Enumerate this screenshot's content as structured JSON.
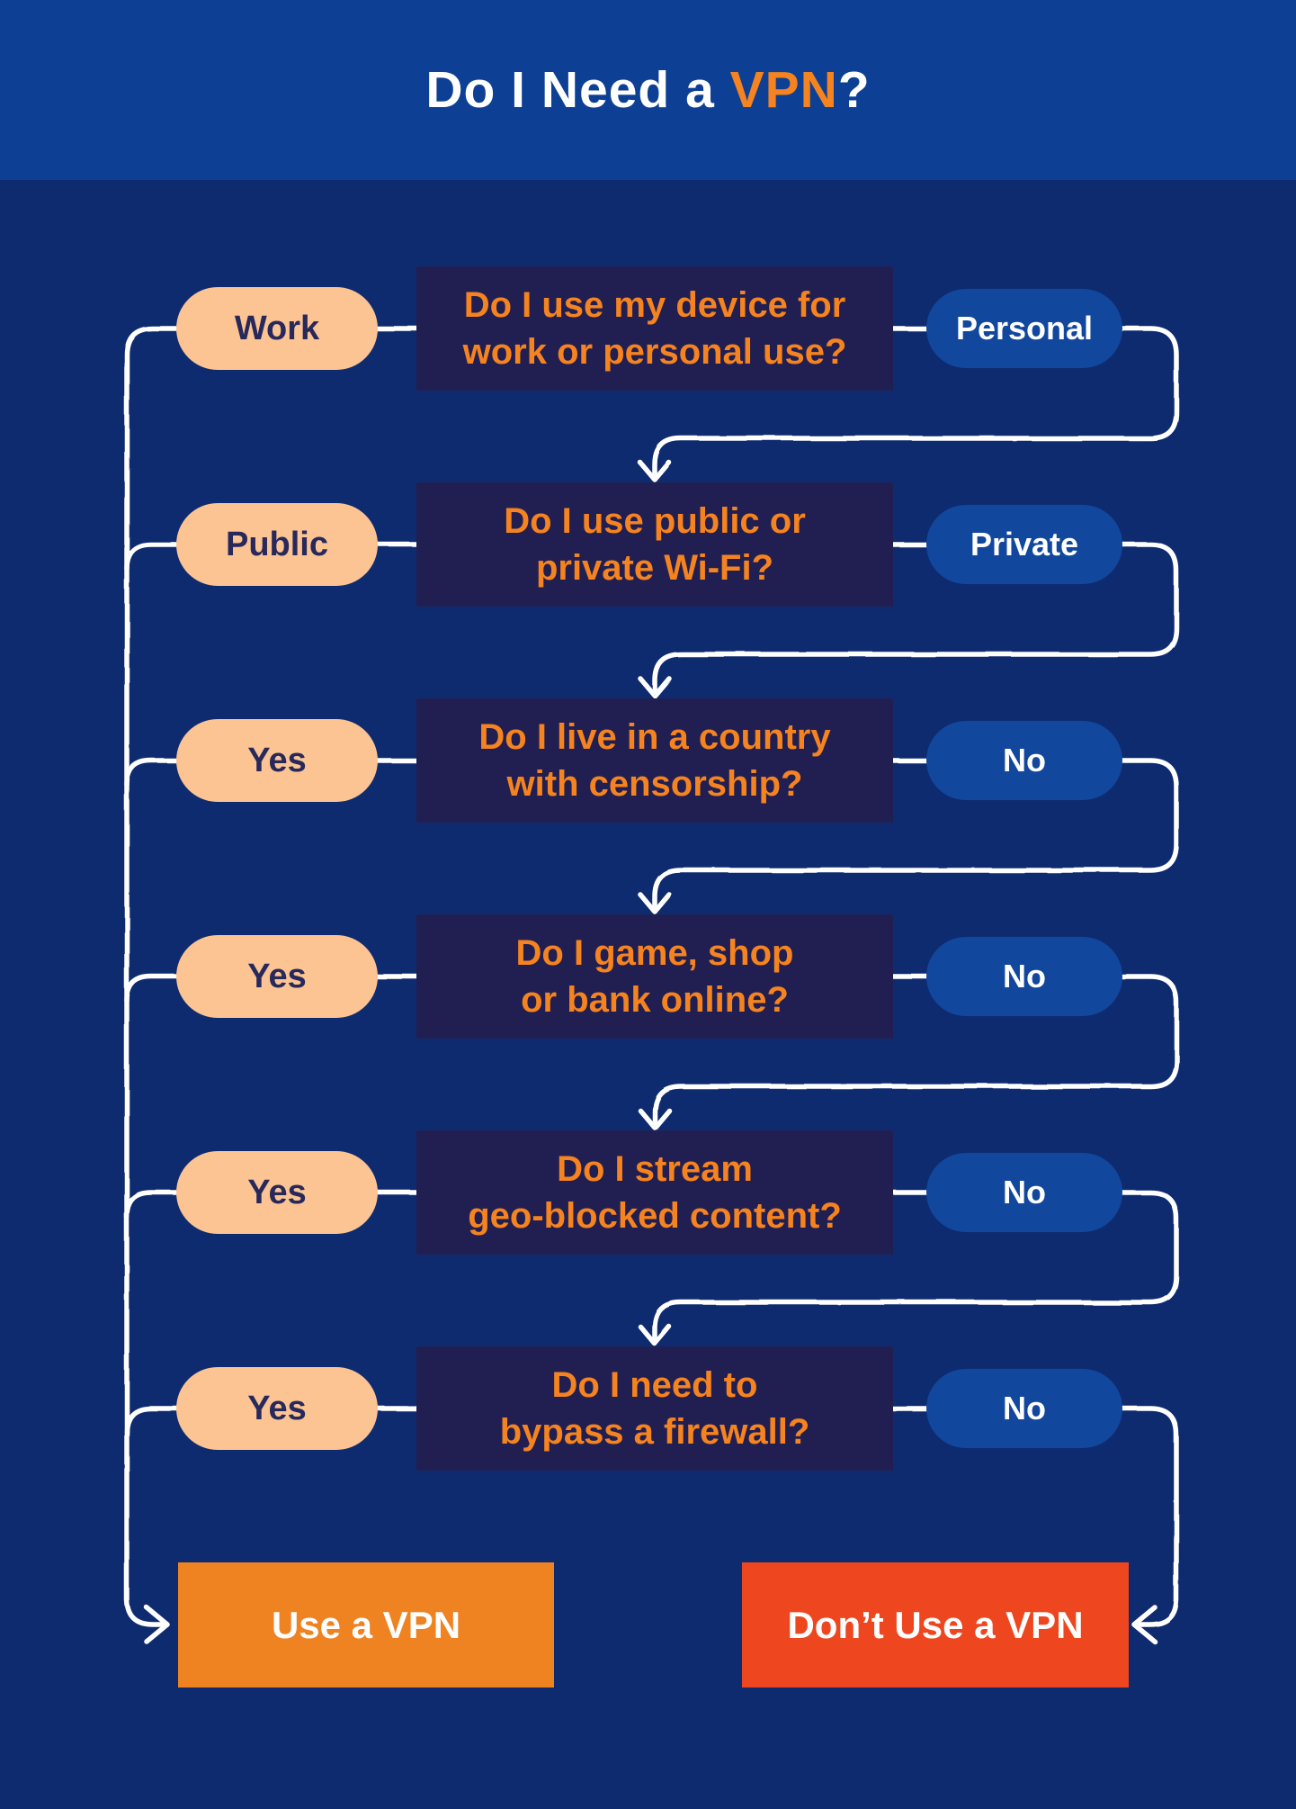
{
  "title": {
    "prefix": "Do I Need a ",
    "highlight": "VPN",
    "suffix": "?"
  },
  "rows": [
    {
      "left": "Work",
      "question_line1": "Do I use my device for",
      "question_line2": "work or personal use?",
      "right": "Personal"
    },
    {
      "left": "Public",
      "question_line1": "Do I use public or",
      "question_line2": "private Wi-Fi?",
      "right": "Private"
    },
    {
      "left": "Yes",
      "question_line1": "Do I live in a country",
      "question_line2": "with censorship?",
      "right": "No"
    },
    {
      "left": "Yes",
      "question_line1": "Do I game, shop",
      "question_line2": "or bank online?",
      "right": "No"
    },
    {
      "left": "Yes",
      "question_line1": "Do I stream",
      "question_line2": "geo-blocked content?",
      "right": "No"
    },
    {
      "left": "Yes",
      "question_line1": "Do I need to",
      "question_line2": "bypass a firewall?",
      "right": "No"
    }
  ],
  "outcomes": {
    "use": "Use a VPN",
    "dont": "Don’t Use a VPN"
  },
  "colors": {
    "header_bg": "#0d4094",
    "body_bg": "#0e2b70",
    "question_box_bg": "#211f52",
    "question_text": "#f5831f",
    "left_pill_bg": "#fcc492",
    "left_pill_text": "#27295c",
    "right_pill_bg": "#12479e",
    "right_pill_text": "#ffffff",
    "use_vpn_bg": "#ef8221",
    "dont_use_vpn_bg": "#ee461f",
    "connector_line": "#ffffff",
    "title_text": "#ffffff",
    "title_highlight": "#f5831f"
  }
}
